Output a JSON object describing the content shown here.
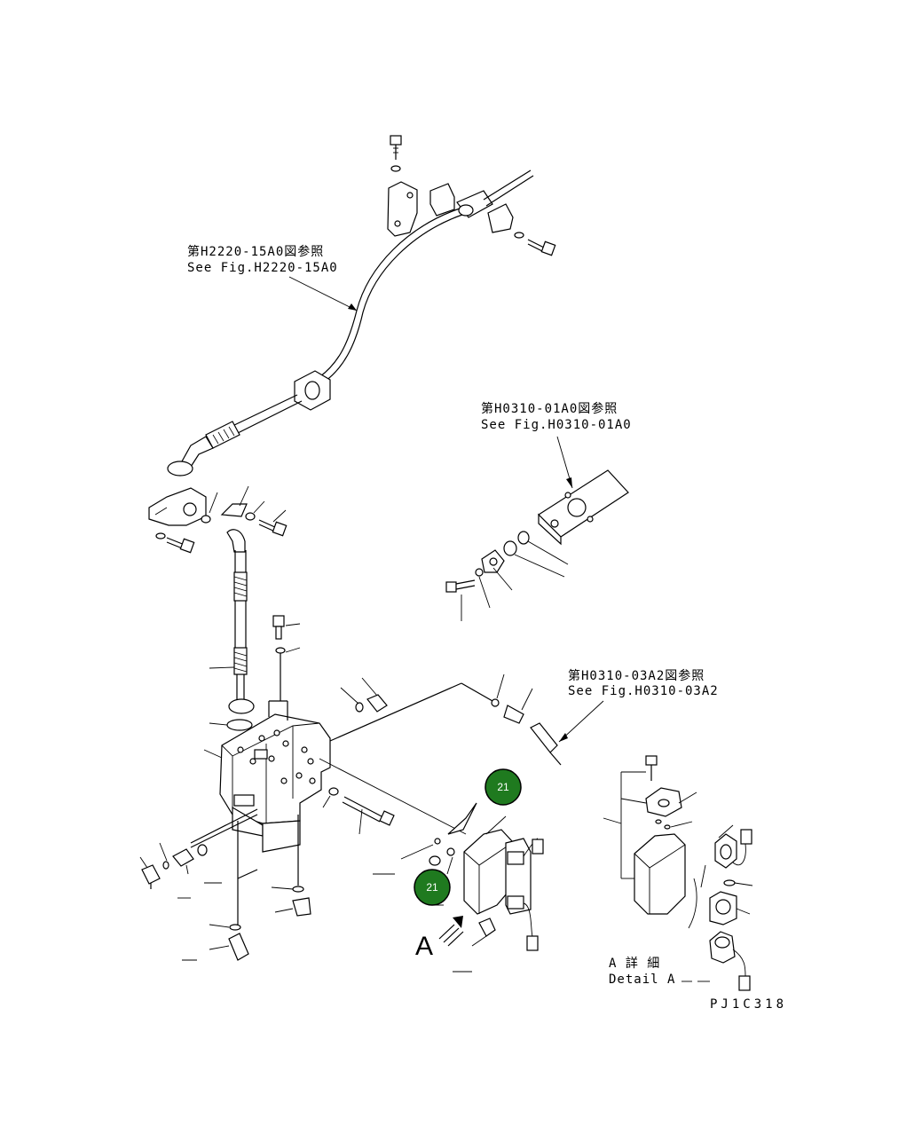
{
  "references": {
    "ref1_jp": "第H2220-15A0図参照",
    "ref1_en": "See Fig.H2220-15A0",
    "ref2_jp": "第H0310-01A0図参照",
    "ref2_en": "See Fig.H0310-01A0",
    "ref3_jp": "第H0310-03A2図参照",
    "ref3_en": "See Fig.H0310-03A2"
  },
  "callouts": [
    {
      "label": "21",
      "color": "#1f7a1f"
    },
    {
      "label": "21",
      "color": "#1f7a1f"
    }
  ],
  "view_marker": "A",
  "detail": {
    "jp": "A 詳 細",
    "en": "Detail A"
  },
  "drawing_id": "PJ1C318"
}
